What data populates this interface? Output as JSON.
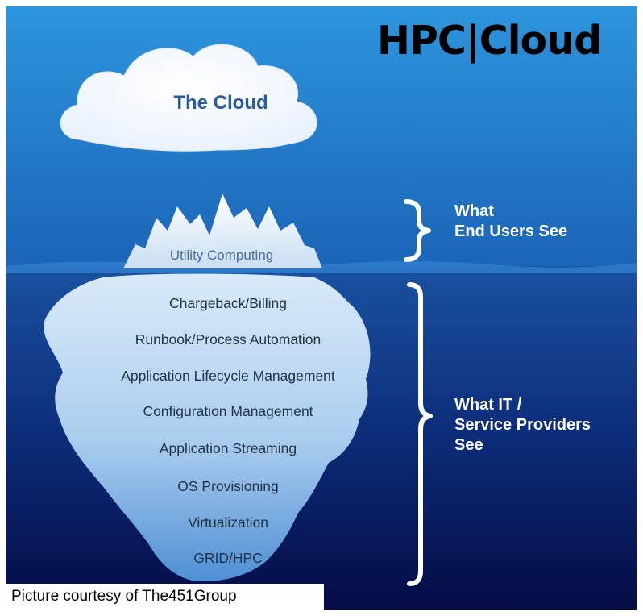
{
  "brand_title": "HPC|Cloud",
  "cloud_label": "The Cloud",
  "tip_label": "Utility Computing",
  "layers": [
    "Chargeback/Billing",
    "Runbook/Process Automation",
    "Application Lifecycle Management",
    "Configuration Management",
    "Application Streaming",
    "OS Provisioning",
    "Virtualization",
    "GRID/HPC"
  ],
  "end_users_label": [
    "What",
    "End Users See"
  ],
  "providers_label": [
    "What IT /",
    "Service Providers",
    "See"
  ],
  "credit": "Picture courtesy of The451Group",
  "colors": {
    "sky_top": "#2b8fd6",
    "sky_bottom": "#1a5fb0",
    "water_top": "#1a4f9e",
    "water_bottom": "#06104a",
    "ice": "#cfe3f5",
    "cloud_text": "#2a5b9a"
  }
}
